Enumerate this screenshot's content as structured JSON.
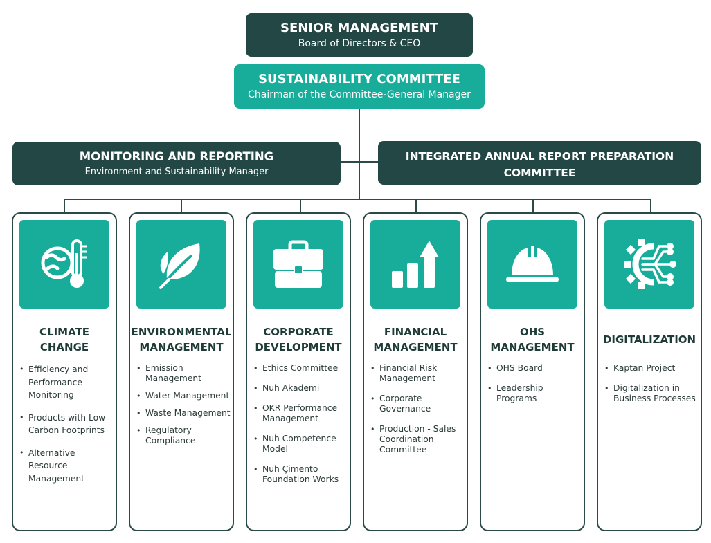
{
  "senior": {
    "title": "SENIOR MANAGEMENT",
    "subtitle": "Board of Directors & CEO"
  },
  "committee": {
    "title": "SUSTAINABILITY COMMITTEE",
    "subtitle": "Chairman of the Committee-General Manager"
  },
  "monitoring": {
    "title": "MONITORING AND REPORTING",
    "subtitle": "Environment and Sustainability Manager"
  },
  "report_committee": {
    "title": "INTEGRATED ANNUAL REPORT PREPARATION COMMITTEE",
    "subtitle": "HR Director, Environment and Sustainability Manager, and Finance Manager"
  },
  "colors": {
    "dark": "#234744",
    "teal": "#18ad9b",
    "line": "#2b4a47"
  },
  "pillars": [
    {
      "icon": "climate-thermometer-icon",
      "title_line1": "CLIMATE",
      "title_line2": "CHANGE",
      "items": [
        "Efficiency and Performance Monitoring",
        "Products with Low Carbon Footprints",
        "Alternative Resource Management"
      ]
    },
    {
      "icon": "leaf-icon",
      "title_line1": "ENVIRONMENTAL",
      "title_line2": "MANAGEMENT",
      "items": [
        "Emission Management",
        "Water Management",
        "Waste Management",
        "Regulatory Compliance"
      ]
    },
    {
      "icon": "briefcase-icon",
      "title_line1": "CORPORATE",
      "title_line2": "DEVELOPMENT",
      "items": [
        "Ethics Committee",
        "Nuh Akademi",
        "OKR Performance Management",
        "Nuh Competence Model",
        "Nuh Çimento Foundation Works"
      ]
    },
    {
      "icon": "growth-chart-icon",
      "title_line1": "FINANCIAL",
      "title_line2": "MANAGEMENT",
      "items": [
        "Financial Risk Management",
        "Corporate Governance",
        "Production - Sales Coordination Committee"
      ]
    },
    {
      "icon": "hard-hat-icon",
      "title_line1": "OHS",
      "title_line2": "MANAGEMENT",
      "items": [
        "OHS Board",
        "Leadership Programs"
      ]
    },
    {
      "icon": "digital-gear-icon",
      "title_line1": "DIGITALIZATION",
      "title_line2": "",
      "items": [
        "Kaptan Project",
        "Digitalization in Business Processes"
      ]
    }
  ]
}
